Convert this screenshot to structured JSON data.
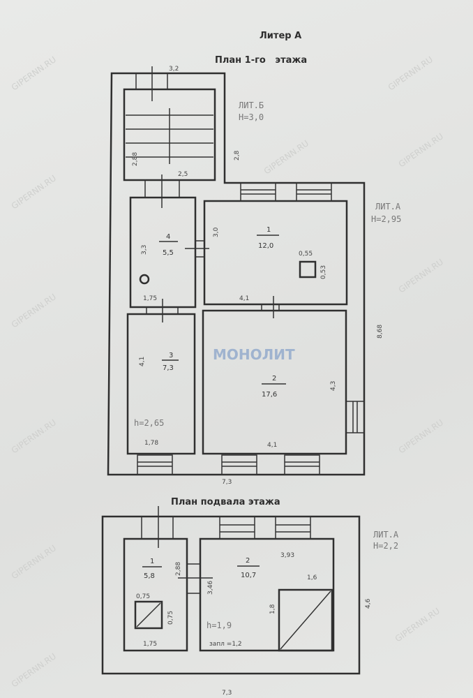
{
  "header": {
    "liter": "Литер А",
    "plan_first": "План 1-го   этажа",
    "plan_basement": "План подвала этажа"
  },
  "first_floor": {
    "lit_b": {
      "name": "ЛИТ.Б",
      "height": "H=3,0"
    },
    "lit_a": {
      "name": "ЛИТ.А",
      "height": "H=2,95"
    },
    "room_height": "h=2,65",
    "rooms": [
      {
        "num": "1",
        "area": "12,0"
      },
      {
        "num": "2",
        "area": "17,6"
      },
      {
        "num": "3",
        "area": "7,3"
      },
      {
        "num": "4",
        "area": "5,5"
      }
    ],
    "dims": {
      "top": "3,2",
      "stair_h": "2,88",
      "stair_w": "2,5",
      "stair_right": "2,8",
      "r4_h": "3,3",
      "r1_h": "3,0",
      "r4_w": "1,75",
      "r1_w": "4,1",
      "vent_w": "0,55",
      "vent_h": "0,53",
      "r3_h": "4,1",
      "r3_w": "1,78",
      "r2_w": "4,1",
      "r2_h": "4,3",
      "total_h": "8,68",
      "total_w": "7,3"
    }
  },
  "basement": {
    "lit": {
      "name": "ЛИТ.А",
      "height": "H=2,2"
    },
    "room_height": "h=1,9",
    "zapl": "запл =1,2",
    "rooms": [
      {
        "num": "1",
        "area": "5,8"
      },
      {
        "num": "2",
        "area": "10,7"
      }
    ],
    "dims": {
      "r1_h": "2,88",
      "r2_h": "3,46",
      "sq_w": "0,75",
      "sq_h": "0,75",
      "r1_w": "1,75",
      "r2_w": "3,93",
      "pit_w": "1,6",
      "pit_h": "1,8",
      "total_h": "4,6",
      "total_w": "7,3"
    }
  },
  "watermarks": {
    "site": "GIPERNN.RU",
    "brand": "МОНОЛИТ"
  }
}
